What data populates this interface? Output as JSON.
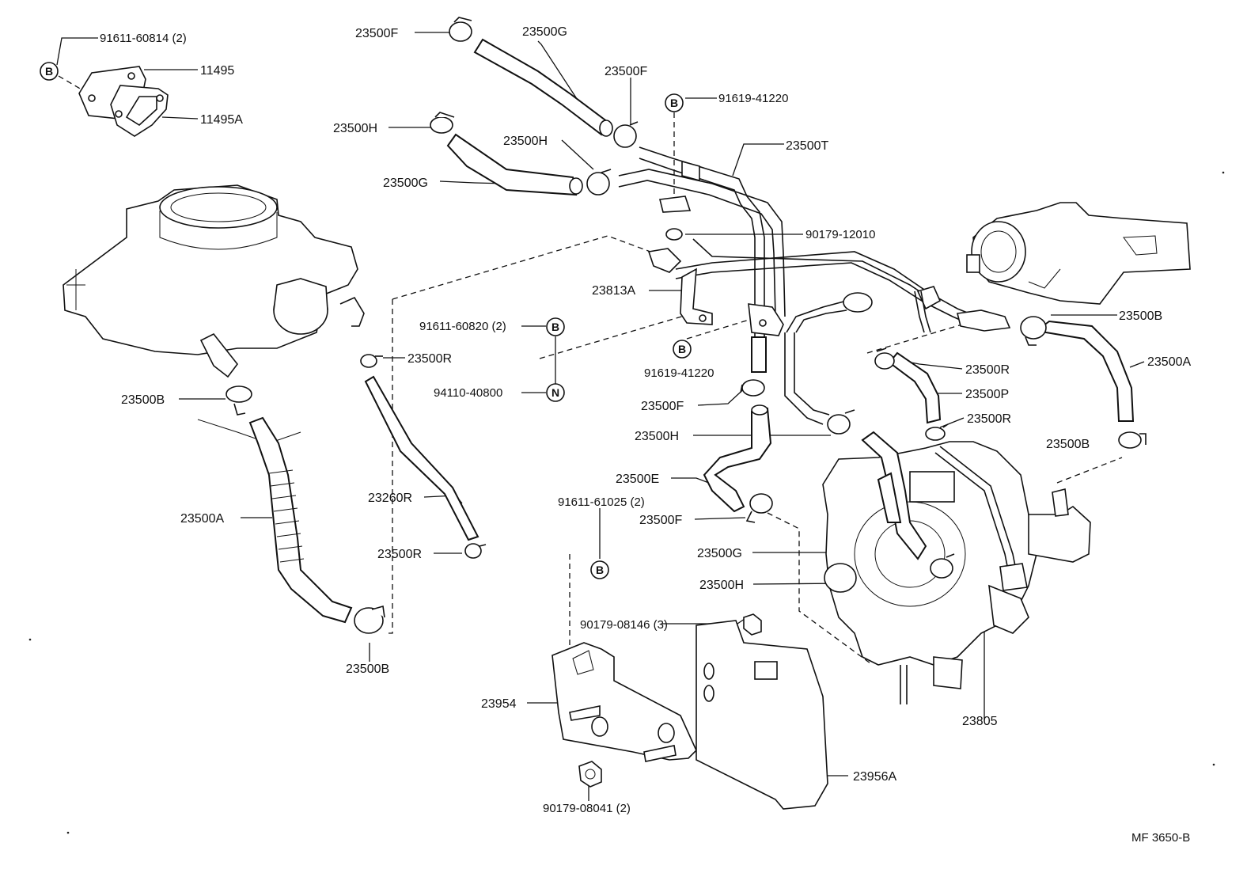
{
  "figure_code": "MF  3650-B",
  "symbols": {
    "b": "B",
    "n": "N"
  },
  "callouts": [
    {
      "id": "c01",
      "text": "91611-60814 (2)"
    },
    {
      "id": "c02",
      "text": "11495"
    },
    {
      "id": "c03",
      "text": "11495A"
    },
    {
      "id": "c04",
      "text": "23500F"
    },
    {
      "id": "c05",
      "text": "23500G"
    },
    {
      "id": "c06",
      "text": "23500F"
    },
    {
      "id": "c07",
      "text": "91619-41220"
    },
    {
      "id": "c08",
      "text": "23500H"
    },
    {
      "id": "c09",
      "text": "23500H"
    },
    {
      "id": "c10",
      "text": "23500T"
    },
    {
      "id": "c11",
      "text": "23500G"
    },
    {
      "id": "c12",
      "text": "90179-12010"
    },
    {
      "id": "c13",
      "text": "23813A"
    },
    {
      "id": "c14",
      "text": "91611-60820 (2)"
    },
    {
      "id": "c15",
      "text": "23500R"
    },
    {
      "id": "c16",
      "text": "91619-41220"
    },
    {
      "id": "c17",
      "text": "94110-40800"
    },
    {
      "id": "c18",
      "text": "23500B"
    },
    {
      "id": "c19",
      "text": "23500F"
    },
    {
      "id": "c20",
      "text": "23500H"
    },
    {
      "id": "c21",
      "text": "23500E"
    },
    {
      "id": "c22",
      "text": "23260R"
    },
    {
      "id": "c23",
      "text": "91611-61025 (2)"
    },
    {
      "id": "c24",
      "text": "23500F"
    },
    {
      "id": "c25",
      "text": "23500A"
    },
    {
      "id": "c26",
      "text": "23500R"
    },
    {
      "id": "c27",
      "text": "23500G"
    },
    {
      "id": "c28",
      "text": "23500H"
    },
    {
      "id": "c29",
      "text": "90179-08146 (3)"
    },
    {
      "id": "c30",
      "text": "23500B"
    },
    {
      "id": "c31",
      "text": "23954"
    },
    {
      "id": "c32",
      "text": "23956A"
    },
    {
      "id": "c33",
      "text": "90179-08041 (2)"
    },
    {
      "id": "c34",
      "text": "23805"
    },
    {
      "id": "c35",
      "text": "23500B"
    },
    {
      "id": "c36",
      "text": "23500A"
    },
    {
      "id": "c37",
      "text": "23500R"
    },
    {
      "id": "c38",
      "text": "23500P"
    },
    {
      "id": "c39",
      "text": "23500R"
    },
    {
      "id": "c40",
      "text": "23500B"
    }
  ]
}
